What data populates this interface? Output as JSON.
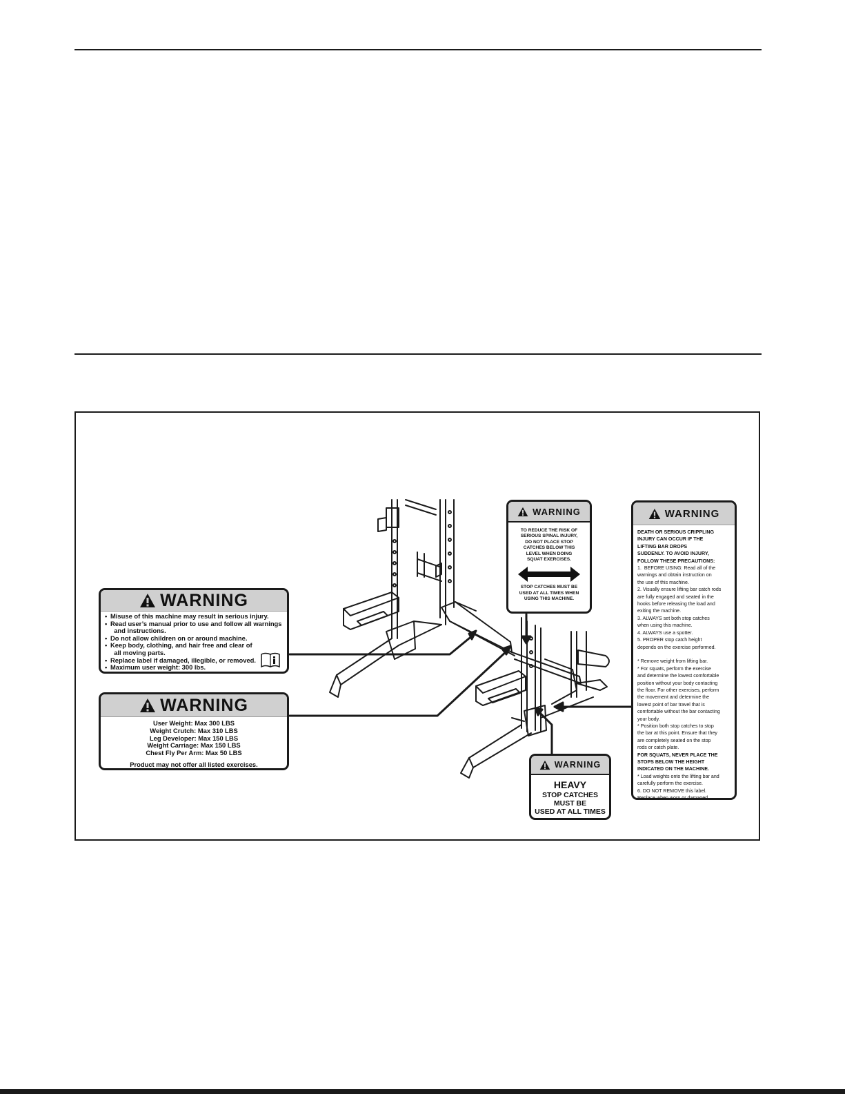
{
  "labels": {
    "general": {
      "heading": "WARNING",
      "lines": [
        "Misuse of this machine may result in serious injury.",
        "Read user’s manual prior to use and follow all warnings\n  and instructions.",
        "Do not allow children on or around machine.",
        "Keep body, clothing, and hair free and clear of\n  all moving parts.",
        "Replace label if damaged, illegible, or removed.",
        "Maximum user weight: 300 lbs."
      ]
    },
    "capacity": {
      "heading": "WARNING",
      "rows": [
        "User Weight: Max 300 LBS",
        "Weight Crutch: Max 310 LBS",
        "Leg Developer: Max 150 LBS",
        "Weight Carriage: Max 150 LBS",
        "Chest Fly Per Arm: Max 50 LBS"
      ],
      "note": "Product may not offer all listed exercises."
    },
    "spinal": {
      "heading": "WARNING",
      "text_top": "TO REDUCE THE RISK OF\nSERIOUS SPINAL INJURY,\nDO NOT PLACE STOP\nCATCHES BELOW THIS\nLEVEL WHEN DOING\nSQUAT EXERCISES.",
      "text_bottom": "STOP CATCHES MUST BE\nUSED AT ALL TIMES WHEN\nUSING THIS MACHINE."
    },
    "precautions": {
      "heading": "WARNING",
      "lines": [
        {
          "t": "DEATH OR SERIOUS CRIPPLING",
          "b": true
        },
        {
          "t": "INJURY CAN OCCUR IF THE",
          "b": true
        },
        {
          "t": "LIFTING BAR DROPS",
          "b": true
        },
        {
          "t": "SUDDENLY. TO AVOID INJURY,",
          "b": true
        },
        {
          "t": "FOLLOW THESE PRECAUTIONS:",
          "b": true
        },
        {
          "t": "1.  BEFORE USING: Read all of the",
          "b": false
        },
        {
          "t": "warnings and obtain instruction on",
          "b": false
        },
        {
          "t": "the use of this machine.",
          "b": false
        },
        {
          "t": "2. Visually ensure lifting bar catch rods",
          "b": false
        },
        {
          "t": "are fully engaged and seated in the",
          "b": false
        },
        {
          "t": "hooks before releasing the load and",
          "b": false
        },
        {
          "t": "exiting the machine.",
          "b": false
        },
        {
          "t": "3. ALWAYS set both stop catches",
          "b": false
        },
        {
          "t": "when using this machine.",
          "b": false
        },
        {
          "t": "4. ALWAYS use a spotter.",
          "b": false
        },
        {
          "t": "5. PROPER stop catch height",
          "b": false
        },
        {
          "t": "depends on the exercise performed.",
          "b": false
        },
        {
          "t": " ",
          "b": false
        },
        {
          "t": "* Remove weight from lifting bar.",
          "b": false
        },
        {
          "t": "* For squats, perform the exercise",
          "b": false
        },
        {
          "t": "and determine the lowest comfortable",
          "b": false
        },
        {
          "t": "position without your body contacting",
          "b": false
        },
        {
          "t": "the floor. For other exercises, perform",
          "b": false
        },
        {
          "t": "the movement and determine the",
          "b": false
        },
        {
          "t": "lowest point of bar travel that is",
          "b": false
        },
        {
          "t": "comfortable without the bar contacting",
          "b": false
        },
        {
          "t": "your body.",
          "b": false
        },
        {
          "t": "* Position both stop catches to stop",
          "b": false
        },
        {
          "t": "the bar at this point. Ensure that they",
          "b": false
        },
        {
          "t": "are completely seated on the stop",
          "b": false
        },
        {
          "t": "rods or catch plate.",
          "b": false
        },
        {
          "t": "FOR SQUATS, NEVER PLACE THE",
          "b": true
        },
        {
          "t": "STOPS BELOW THE HEIGHT",
          "b": true
        },
        {
          "t": "INDICATED ON THE MACHINE.",
          "b": true
        },
        {
          "t": "* Load weights onto the lifting bar and",
          "b": false
        },
        {
          "t": "carefully perform the exercise.",
          "b": false
        },
        {
          "t": "6. DO NOT REMOVE this label.",
          "b": false
        },
        {
          "t": "Replace when worn or damaged.",
          "b": false
        }
      ]
    },
    "heavy": {
      "heading": "WARNING",
      "big": "HEAVY",
      "rows": [
        "STOP CATCHES",
        "MUST BE",
        "USED AT ALL TIMES"
      ]
    }
  }
}
